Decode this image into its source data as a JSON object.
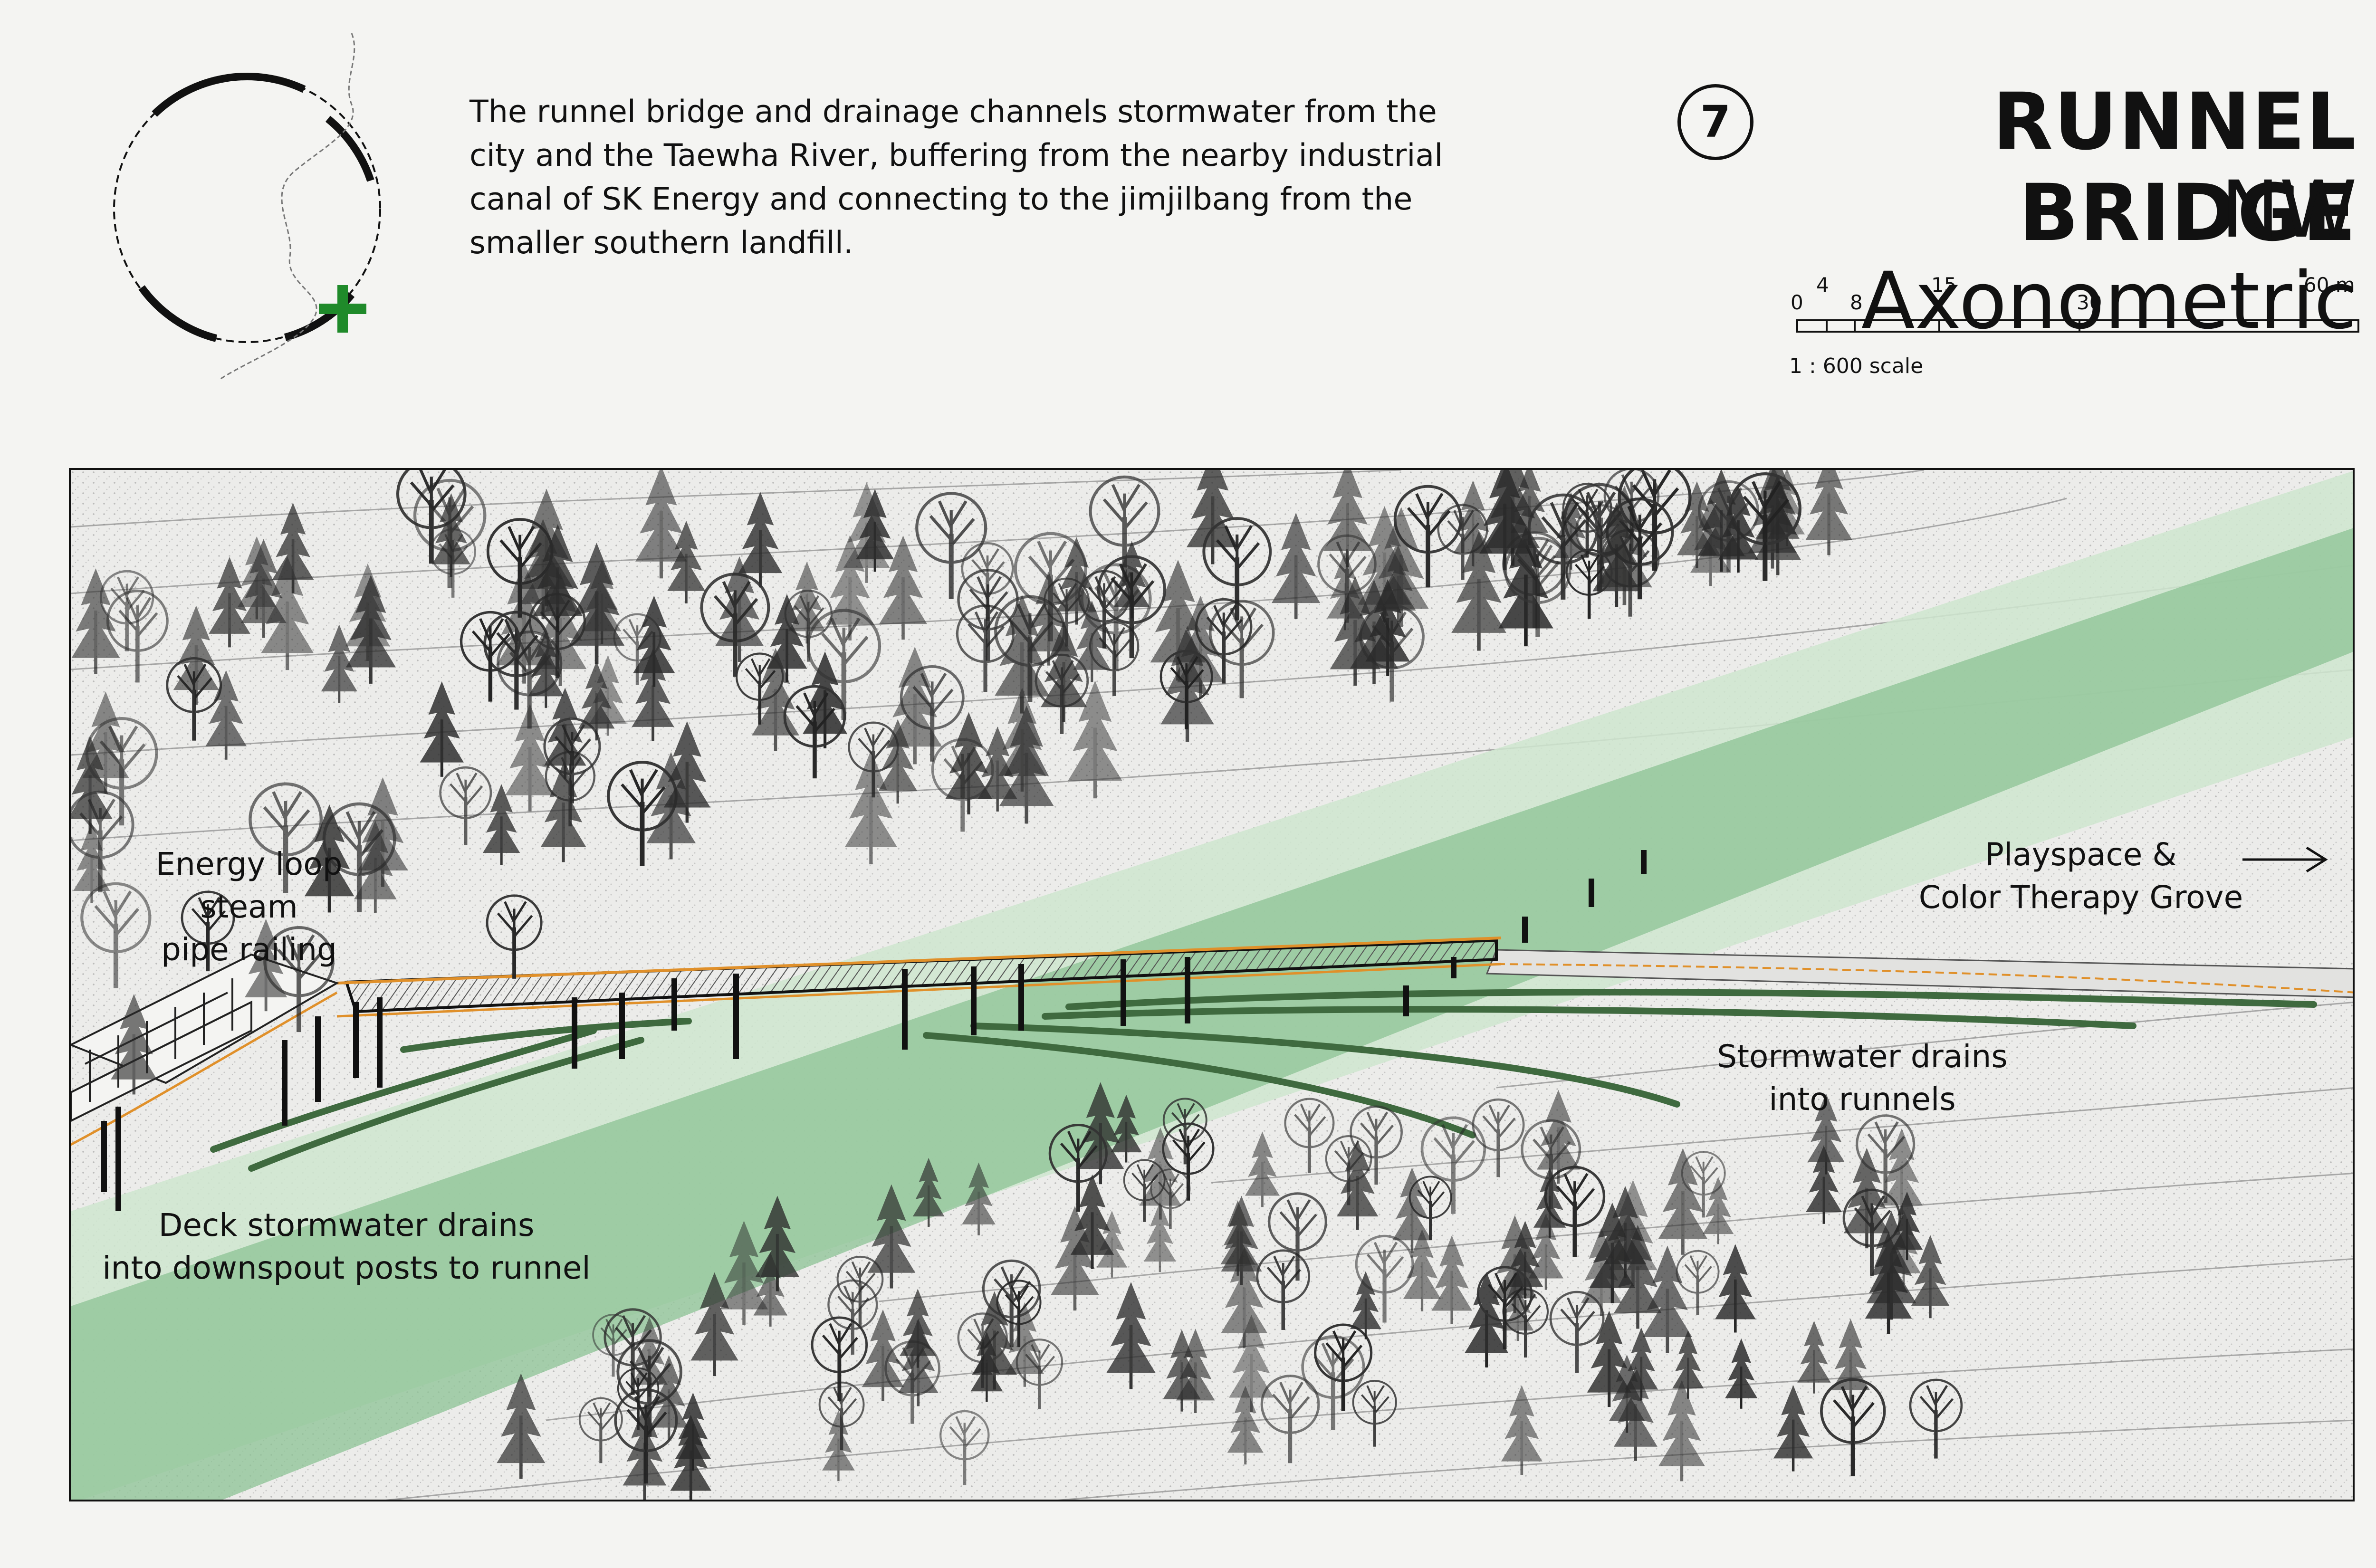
{
  "description": "The runnel bridge and drainage channels stormwater from the city and the Taewha River, buffering from the nearby industrial canal of SK Energy and connecting to the jimjilbang from the smaller southern landfill.",
  "title": {
    "number": "7",
    "main": "RUNNEL BRIDGE",
    "sub": "NW Axonometric"
  },
  "scale_bar": {
    "ticks": [
      "0",
      "4",
      "8",
      "15",
      "30",
      "60 m"
    ],
    "scale_text": "1 : 600 scale"
  },
  "annotations": {
    "energy_loop": [
      "Energy loop steam",
      "pipe railing"
    ],
    "playspace": [
      "Playspace &",
      "Color Therapy Grove"
    ],
    "stormwater_runnels": [
      "Stormwater drains",
      "into runnels"
    ],
    "deck_drains": [
      "Deck stormwater drains",
      "into downspout posts to runnel"
    ]
  },
  "colors": {
    "green_river": "#8cc394",
    "green_light": "#cfe6cf",
    "locator_marker": "#1f8a2a",
    "pipe_orange": "#e0902a",
    "ink": "#111111"
  },
  "icons": [
    "locator-ring-icon",
    "location-cross-icon",
    "arrow-right-icon"
  ]
}
